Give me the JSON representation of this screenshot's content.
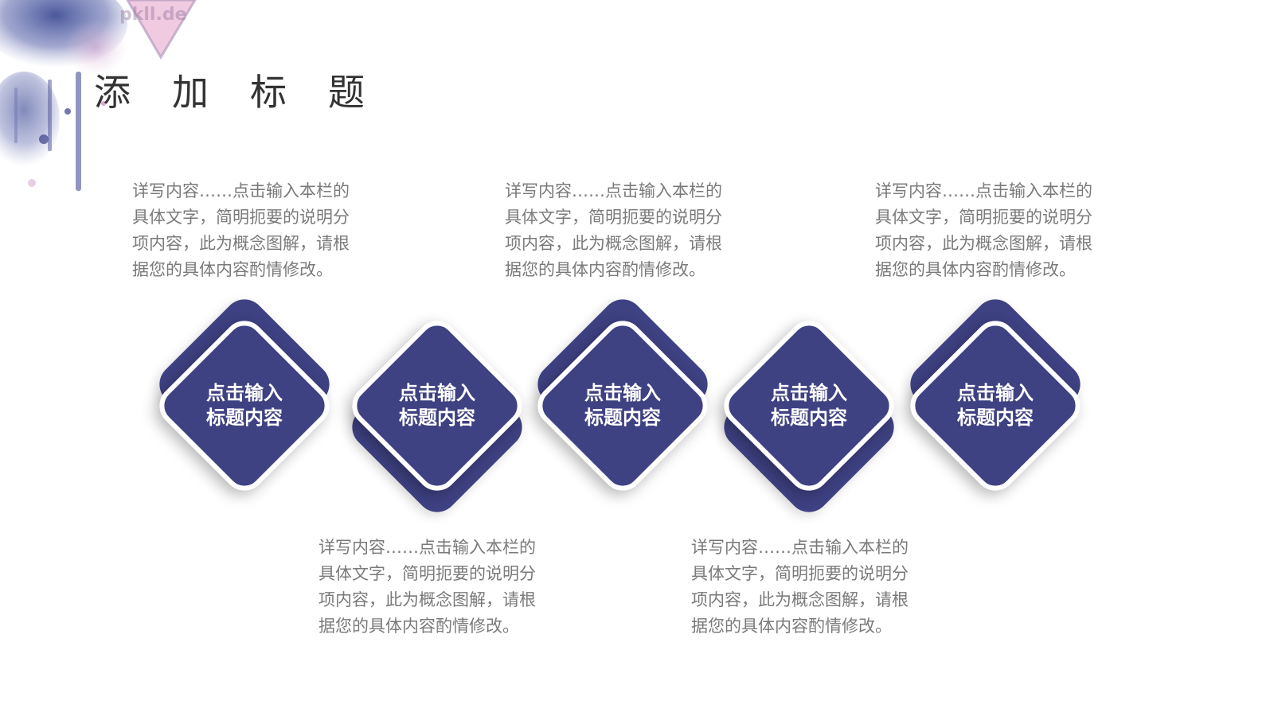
{
  "watermark": "pkll.de",
  "title": "添加标题",
  "steps": [
    {
      "label_line1": "点击输入",
      "label_line2": "标题内容"
    },
    {
      "label_line1": "点击输入",
      "label_line2": "标题内容"
    },
    {
      "label_line1": "点击输入",
      "label_line2": "标题内容"
    },
    {
      "label_line1": "点击输入",
      "label_line2": "标题内容"
    },
    {
      "label_line1": "点击输入",
      "label_line2": "标题内容"
    }
  ],
  "descriptions": [
    {
      "lines": [
        "详写内容……点击输入本栏的",
        "具体文字，简明扼要的说明分",
        "项内容，此为概念图解，请根",
        "据您的具体内容酌情修改。"
      ]
    },
    {
      "lines": [
        "详写内容……点击输入本栏的",
        "具体文字，简明扼要的说明分",
        "项内容，此为概念图解，请根",
        "据您的具体内容酌情修改。"
      ]
    },
    {
      "lines": [
        "详写内容……点击输入本栏的",
        "具体文字，简明扼要的说明分",
        "项内容，此为概念图解，请根",
        "据您的具体内容酌情修改。"
      ]
    },
    {
      "lines": [
        "详写内容……点击输入本栏的",
        "具体文字，简明扼要的说明分",
        "项内容，此为概念图解，请根",
        "据您的具体内容酌情修改。"
      ]
    },
    {
      "lines": [
        "详写内容……点击输入本栏的",
        "具体文字，简明扼要的说明分",
        "项内容，此为概念图解，请根",
        "据您的具体内容酌情修改。"
      ]
    }
  ],
  "colors": {
    "accent": "#3e4182",
    "text": "#7a7a7a",
    "title": "#333333"
  }
}
